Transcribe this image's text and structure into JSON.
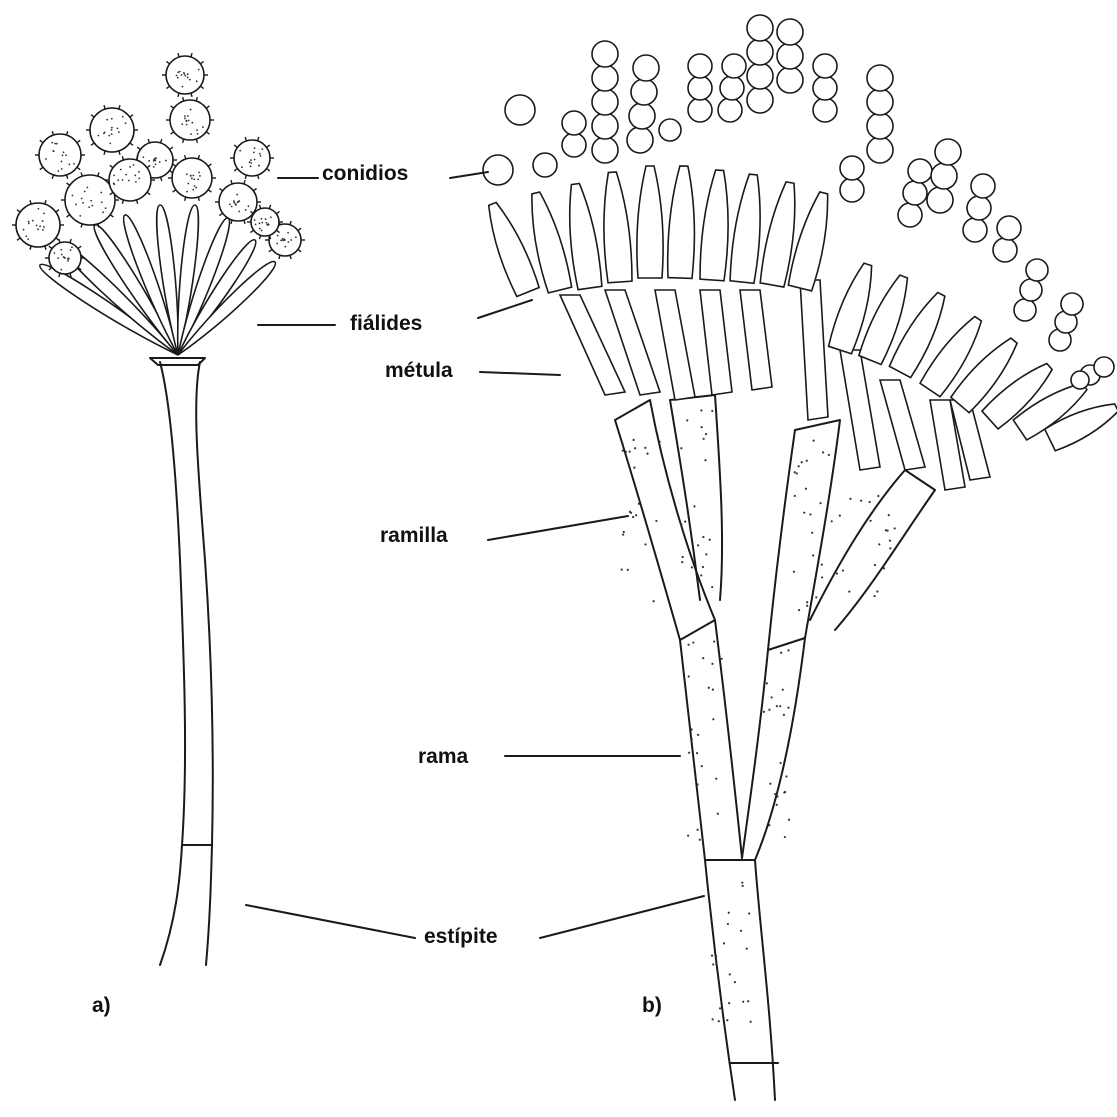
{
  "labels": {
    "conidios": "conidios",
    "fialides": "fiálides",
    "metula": "métula",
    "ramilla": "ramilla",
    "rama": "rama",
    "estipite": "estípite"
  },
  "panels": {
    "a": "a)",
    "b": "b)"
  }
}
